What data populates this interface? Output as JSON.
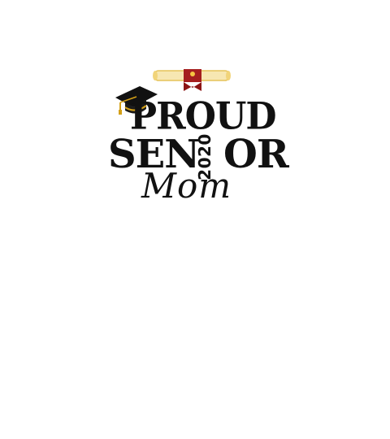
{
  "design": {
    "line1": "PROUD",
    "line2_left": "SEN",
    "line2_right": "OR",
    "year": "2020",
    "script": "Mom",
    "icons": [
      "diploma-scroll-icon",
      "graduation-cap-icon"
    ],
    "colors": {
      "text": "#111111",
      "scroll": "#f7e7b2",
      "ribbon": "#a51f1f",
      "cap_tassel": "#d4a017"
    }
  }
}
